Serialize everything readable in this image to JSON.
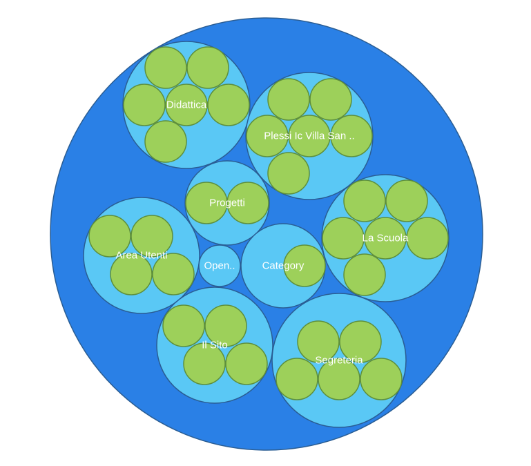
{
  "colors": {
    "root": "#2a80e6",
    "group": "#5ac8f5",
    "leaf": "#9dd05a",
    "label": "#ffffff"
  },
  "groups": [
    {
      "id": "didattica",
      "label": "Didattica",
      "leaf_count": 6
    },
    {
      "id": "plessi",
      "label": "Plessi Ic Villa San ..",
      "leaf_count": 6
    },
    {
      "id": "progetti",
      "label": "Progetti",
      "leaf_count": 2
    },
    {
      "id": "area-utenti",
      "label": "Area Utenti",
      "leaf_count": 4
    },
    {
      "id": "open",
      "label": "Open..",
      "leaf_count": 0
    },
    {
      "id": "category",
      "label": "Category",
      "leaf_count": 1
    },
    {
      "id": "la-scuola",
      "label": "La Scuola",
      "leaf_count": 6
    },
    {
      "id": "il-sito",
      "label": "Il Sito",
      "leaf_count": 4
    },
    {
      "id": "segreteria",
      "label": "Segreteria",
      "leaf_count": 5
    }
  ]
}
